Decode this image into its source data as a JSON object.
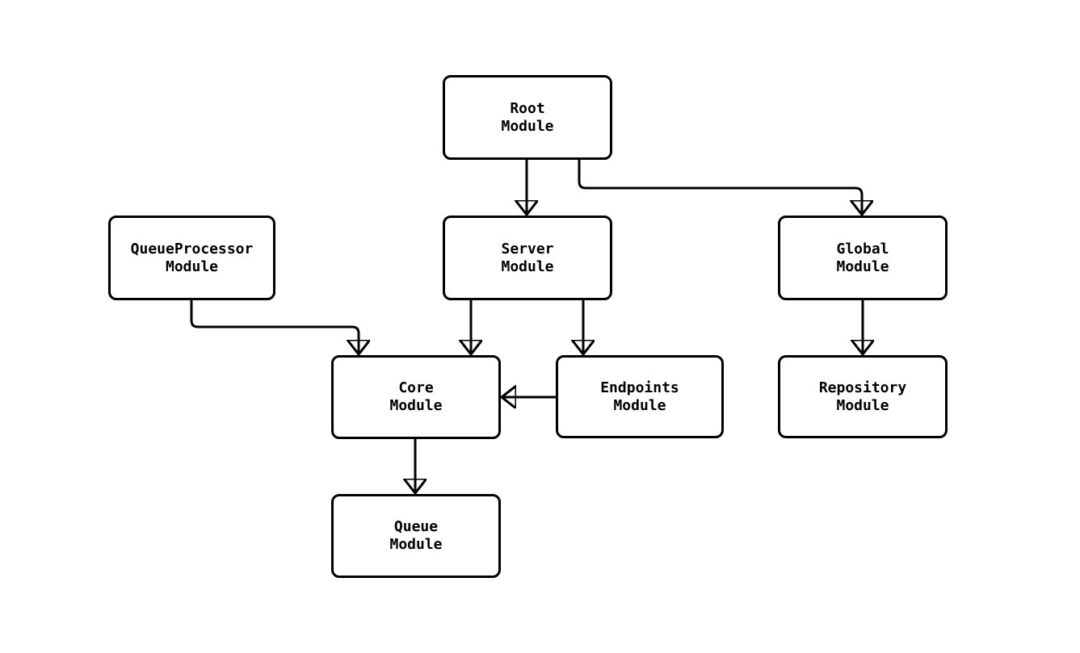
{
  "diagram": {
    "type": "module-dependency-flowchart",
    "nodes": {
      "root": {
        "label": "Root\nModule"
      },
      "queue_processor": {
        "label": "QueueProcessor\nModule"
      },
      "server": {
        "label": "Server\nModule"
      },
      "global": {
        "label": "Global\nModule"
      },
      "core": {
        "label": "Core\nModule"
      },
      "endpoints": {
        "label": "Endpoints\nModule"
      },
      "repository": {
        "label": "Repository\nModule"
      },
      "queue": {
        "label": "Queue\nModule"
      }
    },
    "edges": [
      {
        "from": "Root Module",
        "to": "Server Module"
      },
      {
        "from": "Root Module",
        "to": "Global Module"
      },
      {
        "from": "QueueProcessor Module",
        "to": "Core Module"
      },
      {
        "from": "Server Module",
        "to": "Core Module"
      },
      {
        "from": "Server Module",
        "to": "Endpoints Module"
      },
      {
        "from": "Endpoints Module",
        "to": "Core Module"
      },
      {
        "from": "Global Module",
        "to": "Repository Module"
      },
      {
        "from": "Core Module",
        "to": "Queue Module"
      }
    ],
    "colors": {
      "stroke": "#000000",
      "node_fill": "#ffffff",
      "text": "#000000",
      "background": "#ffffff"
    }
  }
}
